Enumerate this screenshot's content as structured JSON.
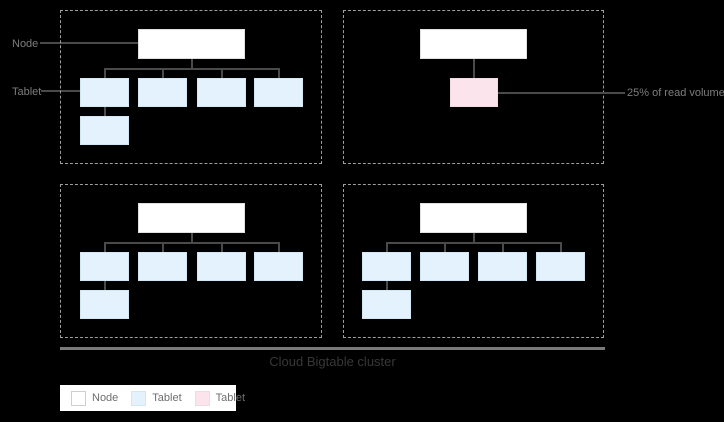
{
  "diagram": {
    "caption": "Cloud Bigtable cluster",
    "callouts": {
      "node": "Node",
      "tablet": "Tablet",
      "read_volume": "25% of read volume"
    },
    "panels": [
      {
        "id": "top-left",
        "nodes": 1,
        "tablets": 5,
        "highlighted_tablets": 0
      },
      {
        "id": "top-right",
        "nodes": 1,
        "tablets": 1,
        "highlighted_tablets": 1
      },
      {
        "id": "bottom-left",
        "nodes": 1,
        "tablets": 5,
        "highlighted_tablets": 0
      },
      {
        "id": "bottom-right",
        "nodes": 1,
        "tablets": 5,
        "highlighted_tablets": 0
      }
    ],
    "legend": {
      "items": [
        {
          "swatch": "node",
          "label": "Node"
        },
        {
          "swatch": "tablet",
          "label": "Tablet"
        },
        {
          "swatch": "hot-tablet",
          "label": "Tablet"
        }
      ]
    }
  },
  "colors": {
    "background": "#000000",
    "node_fill": "#ffffff",
    "node_border": "#e0e0e0",
    "tablet_fill": "#e3f2fd",
    "tablet_border": "#d2e6f3",
    "hot_tablet_fill": "#fce4ec",
    "hot_tablet_border": "#f2dae3",
    "connector": "#4a4a4a",
    "dashed_border": "#9e9e9e",
    "label_text": "#7d7d7d",
    "caption_text": "#373737",
    "cluster_line": "#7a7a7a",
    "legend_bg": "#ffffff",
    "legend_text": "#6e6e6e"
  }
}
